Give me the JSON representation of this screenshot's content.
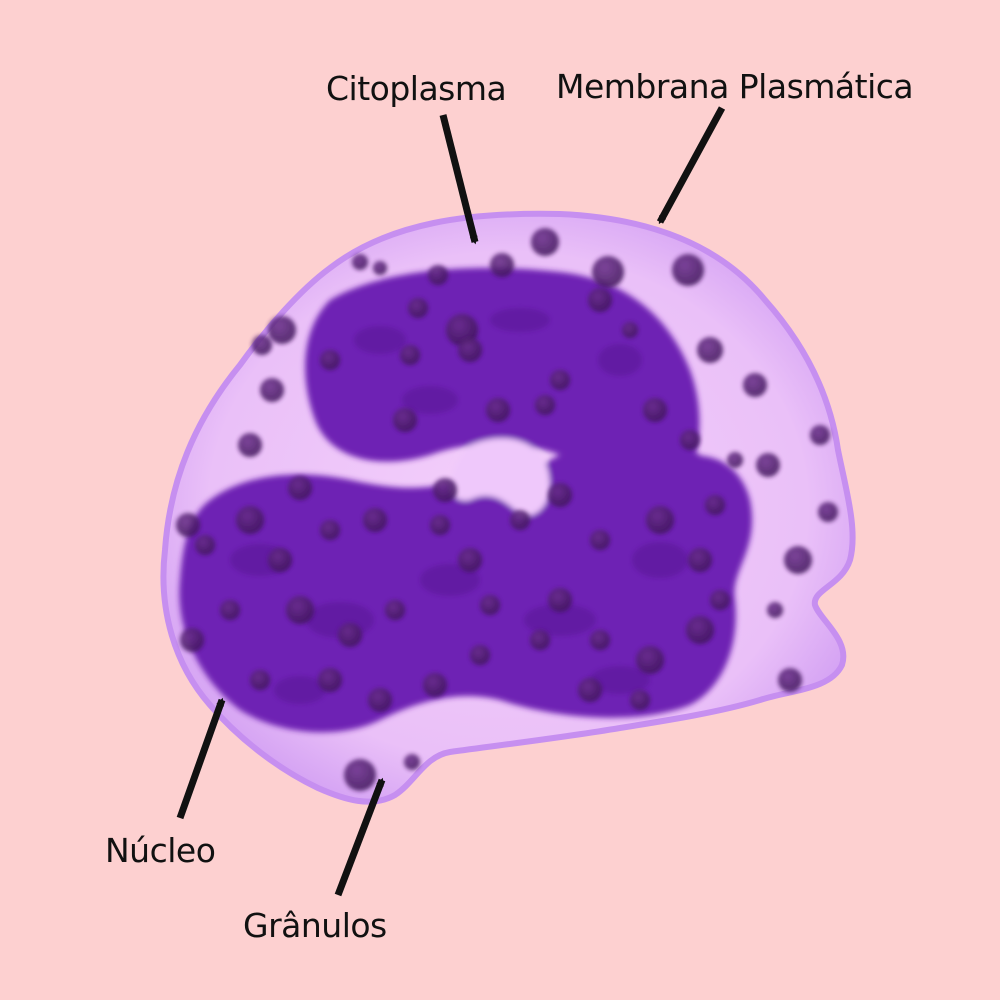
{
  "labels": {
    "cytoplasm": "Citoplasma",
    "membrane": "Membrana Plasmática",
    "nucleus": "Núcleo",
    "granules": "Grânulos"
  },
  "colors": {
    "background": "#fdd0d0",
    "cytoplasm_light": "#f0c6fa",
    "cytoplasm_edge": "#c993f1",
    "nucleus": "#6e22b4",
    "nucleus_mottle": "#5c1a9c",
    "granule": "#4a1a6e",
    "arrow": "#111111"
  }
}
